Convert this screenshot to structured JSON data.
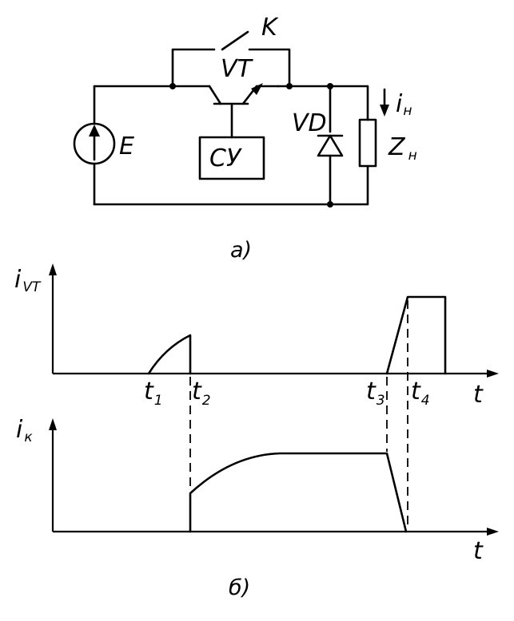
{
  "circuit": {
    "switch_label": "K",
    "transistor_label": "VT",
    "source_label": "E",
    "control_label": "СУ",
    "diode_label": "VD",
    "load_current_main": "i",
    "load_current_sub": "н",
    "load_label_main": "Z",
    "load_label_sub": "н"
  },
  "captions": {
    "a": "a)",
    "b": "б)"
  },
  "plot_top": {
    "ylabel_main": "i",
    "ylabel_sub": "VT",
    "xlabel": "t"
  },
  "plot_bottom": {
    "ylabel_main": "i",
    "ylabel_sub": "к",
    "xlabel": "t"
  },
  "time_marks": [
    {
      "main": "t",
      "sub": "1"
    },
    {
      "main": "t",
      "sub": "2"
    },
    {
      "main": "t",
      "sub": "3"
    },
    {
      "main": "t",
      "sub": "4"
    }
  ]
}
